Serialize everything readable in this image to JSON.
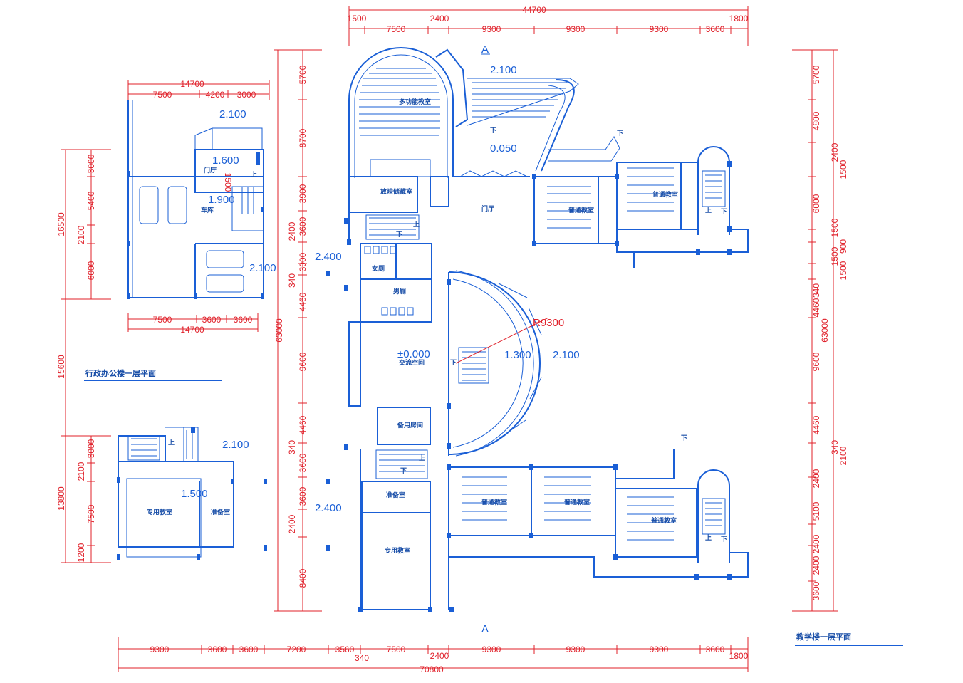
{
  "titles": {
    "admin_plan": "行政办公楼一层平面",
    "teaching_plan": "教学楼一层平面"
  },
  "section_mark": "A",
  "rooms": {
    "multi_lecture": "多功能教室",
    "projection": "放映储藏室",
    "lobby": "门厅",
    "ordinary_a": "普通教室",
    "ordinary_b": "普通教室",
    "ordinary_c": "普通教室",
    "ordinary_d": "普通教室",
    "ordinary_e": "普通教室",
    "female_wc": "女厕",
    "male_wc": "男厕",
    "exchange": "交流空间",
    "spare": "备用房间",
    "prep": "准备室",
    "special": "专用教室",
    "admin_hall": "门厅",
    "garage": "车库",
    "admin_special": "专用教室",
    "admin_prep": "准备室",
    "up": "上",
    "down": "下"
  },
  "elevations": {
    "e2100_top": "2.100",
    "e0050": "0.050",
    "e2400_a": "2.400",
    "e2400_b": "2.400",
    "e0000": "±0.000",
    "e1300": "1.300",
    "e2100_mid": "2.100",
    "r9300": "R9300",
    "admin_e2100": "2.100",
    "admin_e1600": "1.600",
    "admin_e1900": "1.900",
    "admin_e2100b": "2.100",
    "annex_e2100": "2.100",
    "annex_e1500": "1.500"
  },
  "dims": {
    "top_total": "44700",
    "top": [
      "1500",
      "2400",
      "7500",
      "9300",
      "9300",
      "9300",
      "3600",
      "1800"
    ],
    "bottom_total": "70800",
    "bottom": [
      "9300",
      "3600",
      "3600",
      "7200",
      "3560",
      "340",
      "7500",
      "2400",
      "9300",
      "9300",
      "9300",
      "3600",
      "1800"
    ],
    "left_total": "63000",
    "left_chain": [
      "5700",
      "8700",
      "3900",
      "3600",
      "2400",
      "3900",
      "340",
      "4460",
      "9600",
      "4460",
      "340",
      "3600",
      "3600",
      "2400",
      "8400"
    ],
    "right_total": "63000",
    "right_chain": [
      "5700",
      "4800",
      "2400",
      "1500",
      "6000",
      "1500",
      "1500",
      "900",
      "1500",
      "340",
      "4460",
      "9600",
      "4460",
      "340",
      "2100",
      "2400",
      "5100",
      "2400",
      "2400",
      "3600"
    ],
    "admin_top_total": "14700",
    "admin_top": [
      "7500",
      "4200",
      "3000"
    ],
    "admin_bottom": [
      "7500",
      "3600",
      "3600"
    ],
    "admin_bottom_total": "14700",
    "admin_left_total": "16500",
    "admin_left": [
      "3000",
      "5400",
      "2100",
      "6000"
    ],
    "gap_dim": "15600",
    "annex_left_total": "13800",
    "annex_left": [
      "3000",
      "2100",
      "7500",
      "1200"
    ],
    "mid_small": [
      "1500"
    ]
  }
}
